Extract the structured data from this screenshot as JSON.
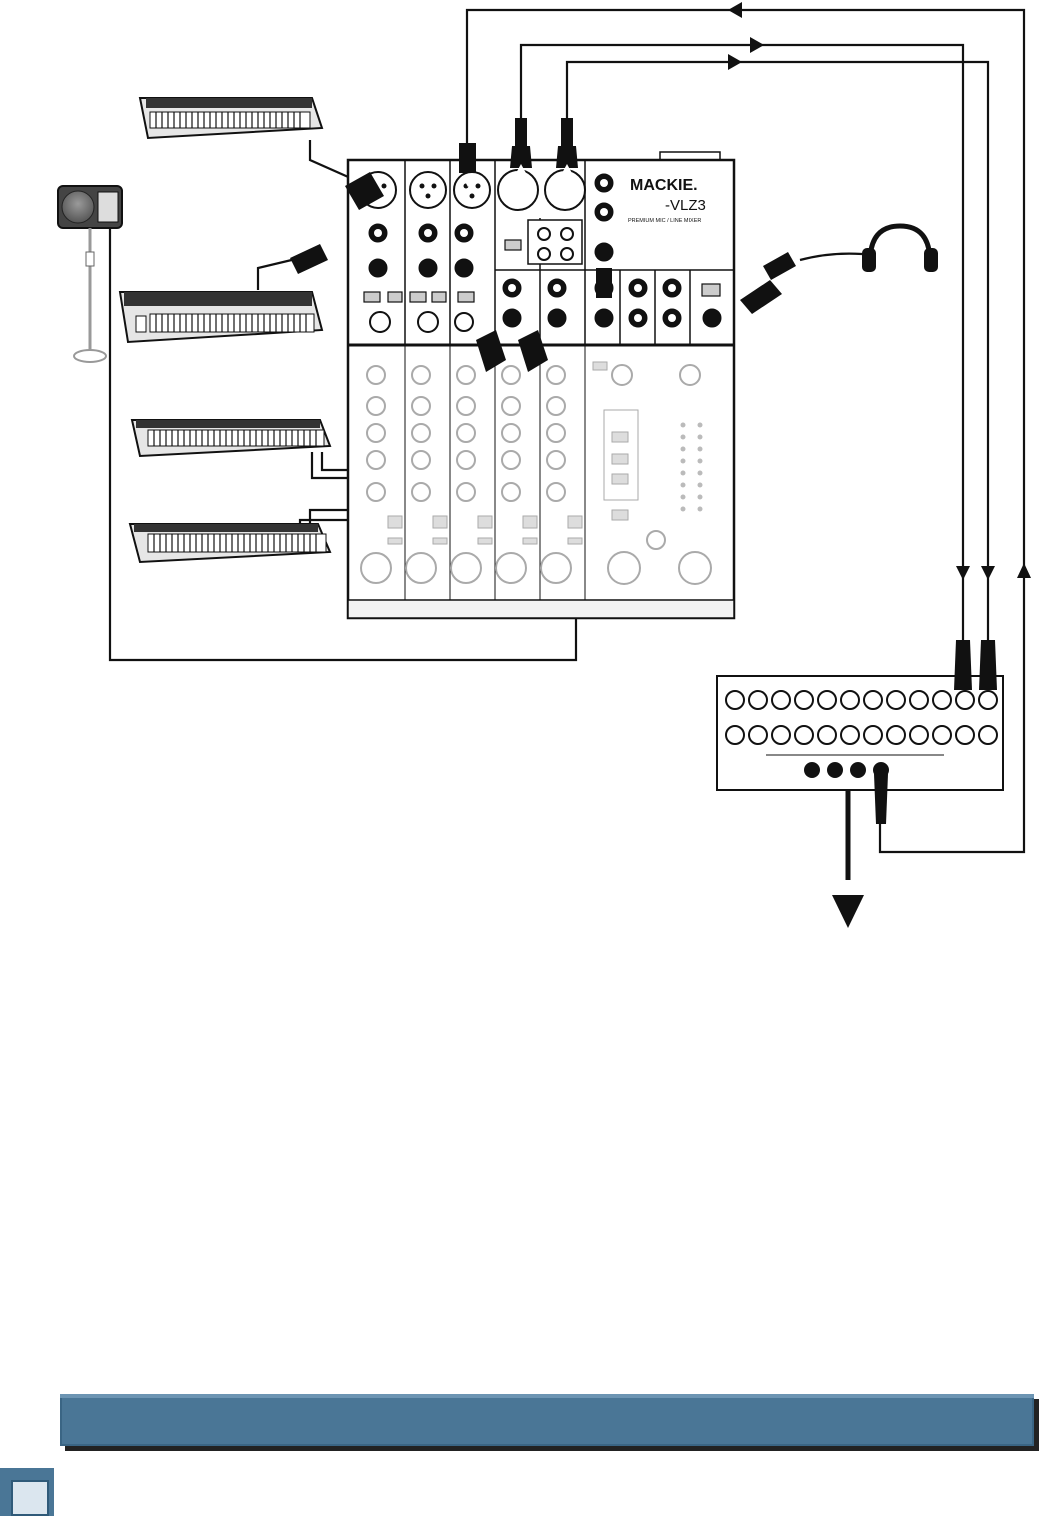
{
  "mixer": {
    "brand": "MACKIE.",
    "model": "-VLZ3",
    "subtitle": "PREMIUM MIC / LINE MIXER"
  },
  "colors": {
    "ink": "#111111",
    "panel": "#ffffff",
    "knob_gray": "#c8c8c8",
    "footer_bar": "#4a7696",
    "footer_shadow": "#222222",
    "badge_inner": "#dbe6ef"
  },
  "icons": [
    "keyboard-icon",
    "stage-monitor-icon",
    "headphones-icon",
    "xlr-plug-icon",
    "quarter-inch-plug-icon",
    "signal-flow-arrow-icon",
    "stage-snake-icon"
  ]
}
